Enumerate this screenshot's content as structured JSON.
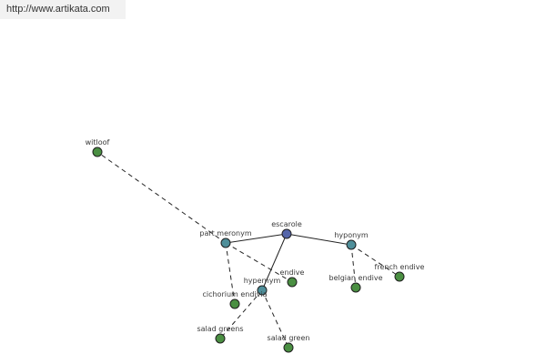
{
  "header": {
    "url": "http://www.artikata.com"
  },
  "colors": {
    "root_node": "#5566aa",
    "relation_node": "#4f8f9a",
    "word_node": "#4a8f42",
    "edge": "#222222"
  },
  "graph": {
    "nodes": [
      {
        "id": "escarole",
        "label": "escarole",
        "kind": "root"
      },
      {
        "id": "part-meronym",
        "label": "part meronym",
        "kind": "relation"
      },
      {
        "id": "hyponym",
        "label": "hyponym",
        "kind": "relation"
      },
      {
        "id": "hypernym",
        "label": "hypernym",
        "kind": "relation"
      },
      {
        "id": "witloof",
        "label": "witloof",
        "kind": "word"
      },
      {
        "id": "endive",
        "label": "endive",
        "kind": "word"
      },
      {
        "id": "cichorium-endivia",
        "label": "cichorium endivia",
        "kind": "word"
      },
      {
        "id": "belgian-endive",
        "label": "belgian endive",
        "kind": "word"
      },
      {
        "id": "french-endive",
        "label": "french endive",
        "kind": "word"
      },
      {
        "id": "salad-greens",
        "label": "salad greens",
        "kind": "word"
      },
      {
        "id": "salad-green",
        "label": "salad green",
        "kind": "word"
      }
    ],
    "edges": [
      {
        "from": "escarole",
        "to": "part-meronym",
        "style": "solid"
      },
      {
        "from": "escarole",
        "to": "hyponym",
        "style": "solid"
      },
      {
        "from": "escarole",
        "to": "hypernym",
        "style": "solid"
      },
      {
        "from": "part-meronym",
        "to": "witloof",
        "style": "dashed"
      },
      {
        "from": "part-meronym",
        "to": "endive",
        "style": "dashed"
      },
      {
        "from": "part-meronym",
        "to": "cichorium-endivia",
        "style": "dashed"
      },
      {
        "from": "hyponym",
        "to": "belgian-endive",
        "style": "dashed"
      },
      {
        "from": "hyponym",
        "to": "french-endive",
        "style": "dashed"
      },
      {
        "from": "hypernym",
        "to": "salad-greens",
        "style": "dashed"
      },
      {
        "from": "hypernym",
        "to": "salad-green",
        "style": "dashed"
      }
    ]
  }
}
